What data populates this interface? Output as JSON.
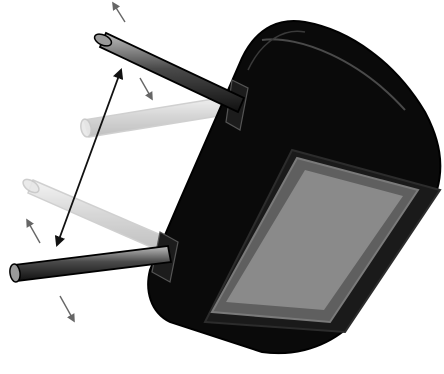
{
  "figure": {
    "subject": "headrest-monitor-adjustable-posts",
    "colors": {
      "body": "#0a0a0a",
      "outline": "#000000",
      "screen_outer": "#5f5f5f",
      "screen_inner": "#8a8a8a",
      "ghost_post": "#d0d0d0",
      "arrow": "#666666",
      "background": "#ffffff"
    },
    "arrows": {
      "post_spacing": "double-headed",
      "top_post_motion": "up-down",
      "bottom_post_motion": "up-down"
    }
  }
}
